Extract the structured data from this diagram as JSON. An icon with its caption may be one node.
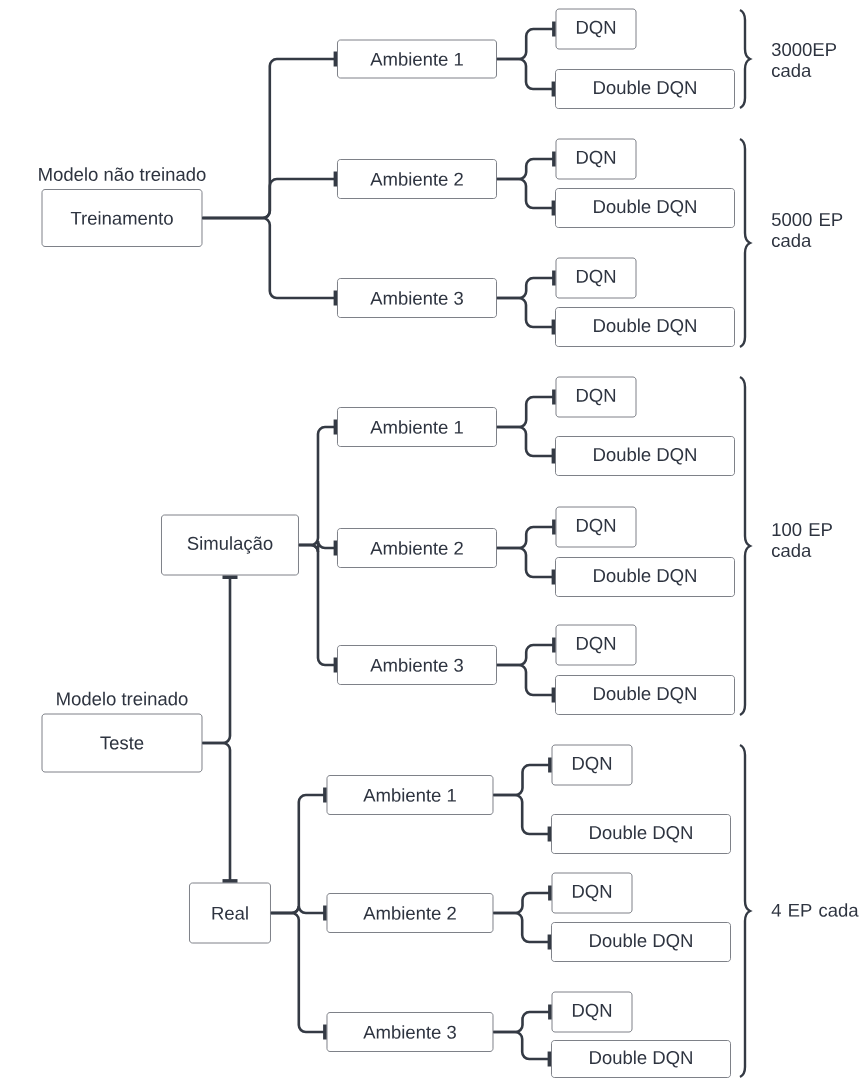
{
  "diagram": {
    "nodes": [
      {
        "text": [
          "Modelo não treinado",
          "Treinamento"
        ]
      },
      {
        "text": [
          "Ambiente 1"
        ]
      },
      {
        "text": [
          "DQN"
        ]
      },
      {
        "text": [
          "Double DQN"
        ]
      },
      {
        "text": [
          "Ambiente 2"
        ]
      },
      {
        "text": [
          "DQN"
        ]
      },
      {
        "text": [
          "Double DQN"
        ]
      },
      {
        "text": [
          "Ambiente 3"
        ]
      },
      {
        "text": [
          "DQN"
        ]
      },
      {
        "text": [
          "Double DQN"
        ]
      },
      {
        "text": [
          "Simulação"
        ]
      },
      {
        "text": [
          "Ambiente 1"
        ]
      },
      {
        "text": [
          "DQN"
        ]
      },
      {
        "text": [
          "Double DQN"
        ]
      },
      {
        "text": [
          "Ambiente 2"
        ]
      },
      {
        "text": [
          "DQN"
        ]
      },
      {
        "text": [
          "Double DQN"
        ]
      },
      {
        "text": [
          "Ambiente 3"
        ]
      },
      {
        "text": [
          "DQN"
        ]
      },
      {
        "text": [
          "Double DQN"
        ]
      },
      {
        "text": [
          "Modelo treinado",
          "Teste"
        ]
      },
      {
        "text": [
          "Real"
        ]
      },
      {
        "text": [
          "Ambiente 1"
        ]
      },
      {
        "text": [
          "DQN"
        ]
      },
      {
        "text": [
          "Double DQN"
        ]
      },
      {
        "text": [
          "Ambiente 2"
        ]
      },
      {
        "text": [
          "DQN"
        ]
      },
      {
        "text": [
          "Double DQN"
        ]
      },
      {
        "text": [
          "Ambiente 3"
        ]
      },
      {
        "text": [
          "DQN"
        ]
      },
      {
        "text": [
          "Double DQN"
        ]
      }
    ],
    "edges": [
      {
        "from": 0,
        "to": 1,
        "arrow": "other"
      },
      {
        "from": 0,
        "to": 4,
        "arrow": "other"
      },
      {
        "from": 0,
        "to": 7,
        "arrow": "other"
      },
      {
        "from": 1,
        "to": 2,
        "arrow": "other"
      },
      {
        "from": 1,
        "to": 3,
        "arrow": "other"
      },
      {
        "from": 4,
        "to": 5,
        "arrow": "other"
      },
      {
        "from": 4,
        "to": 6,
        "arrow": "other"
      },
      {
        "from": 7,
        "to": 8,
        "arrow": "other"
      },
      {
        "from": 7,
        "to": 9,
        "arrow": "other"
      },
      {
        "from": 10,
        "to": 11,
        "arrow": "other"
      },
      {
        "from": 10,
        "to": 14,
        "arrow": "other"
      },
      {
        "from": 10,
        "to": 17,
        "arrow": "other"
      },
      {
        "from": 11,
        "to": 12,
        "arrow": "other"
      },
      {
        "from": 11,
        "to": 13,
        "arrow": "other"
      },
      {
        "from": 14,
        "to": 15,
        "arrow": "other"
      },
      {
        "from": 14,
        "to": 16,
        "arrow": "other"
      },
      {
        "from": 17,
        "to": 18,
        "arrow": "other"
      },
      {
        "from": 17,
        "to": 19,
        "arrow": "other"
      },
      {
        "from": 20,
        "to": 10,
        "arrow": "other"
      },
      {
        "from": 20,
        "to": 21,
        "arrow": "other"
      },
      {
        "from": 21,
        "to": 22,
        "arrow": "other"
      },
      {
        "from": 21,
        "to": 25,
        "arrow": "other"
      },
      {
        "from": 21,
        "to": 28,
        "arrow": "other"
      },
      {
        "from": 22,
        "to": 23,
        "arrow": "other"
      },
      {
        "from": 22,
        "to": 24,
        "arrow": "other"
      },
      {
        "from": 25,
        "to": 26,
        "arrow": "other"
      },
      {
        "from": 25,
        "to": 27,
        "arrow": "other"
      },
      {
        "from": 28,
        "to": 29,
        "arrow": "other"
      },
      {
        "from": 28,
        "to": 30,
        "arrow": "other"
      }
    ],
    "labels": [
      "3000EP cada",
      "5000 EP cada",
      "100 EP cada",
      "4 EP cada"
    ]
  }
}
